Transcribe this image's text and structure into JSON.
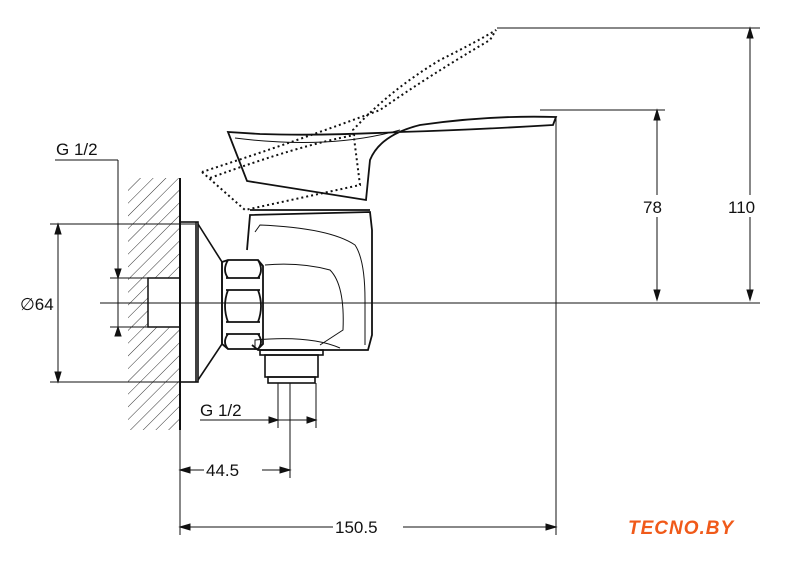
{
  "dimensions": {
    "g_half_top": "G 1/2",
    "diameter": "∅64",
    "g_half_bottom": "G 1/2",
    "d_44_5": "44.5",
    "d_150_5": "150.5",
    "d_78": "78",
    "d_110": "110"
  },
  "logo": {
    "text": "TECNO.BY",
    "color": "#f05a1a"
  },
  "colors": {
    "line": "#111111"
  }
}
